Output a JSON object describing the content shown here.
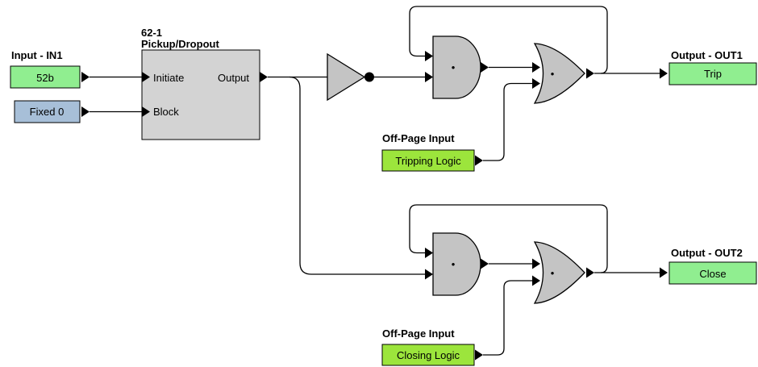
{
  "colors": {
    "input_green": "#90ee90",
    "fixed_blue": "#a7bfd8",
    "offpage_lime": "#9ce53c",
    "block_gray": "#d3d3d3",
    "gate_gray": "#c4c4c4"
  },
  "inputs": {
    "in1": {
      "heading": "Input - IN1",
      "value": "52b"
    },
    "fixed": {
      "value": "Fixed 0"
    }
  },
  "timer": {
    "heading_line1": "62-1",
    "heading_line2": "Pickup/Dropout",
    "initiate_label": "Initiate",
    "block_label": "Block",
    "output_label": "Output"
  },
  "gates": {
    "and_symbol": "•",
    "or_symbol": "•"
  },
  "offpage": {
    "trip": {
      "heading": "Off-Page Input",
      "value": "Tripping Logic"
    },
    "close": {
      "heading": "Off-Page Input",
      "value": "Closing Logic"
    }
  },
  "outputs": {
    "out1": {
      "heading": "Output - OUT1",
      "value": "Trip"
    },
    "out2": {
      "heading": "Output - OUT2",
      "value": "Close"
    }
  }
}
